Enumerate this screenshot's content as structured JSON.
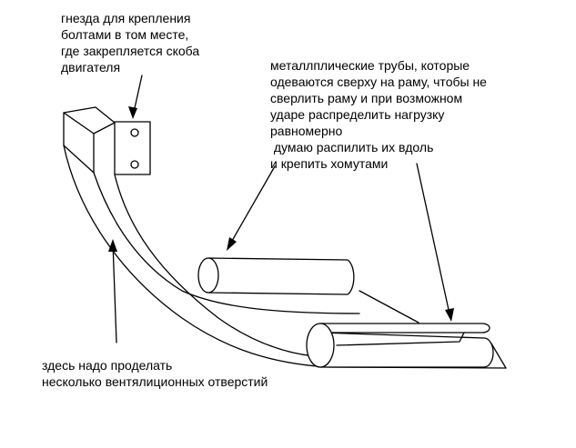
{
  "annotations": {
    "mount_sockets": [
      "гнезда для крепления",
      "болтами в том месте,",
      "где закрепляется скоба",
      "двигателя"
    ],
    "metal_tubes": [
      "металлплические трубы, которые",
      "одеваются сверху на раму, чтобы не",
      "сверлить раму и при возможном",
      "ударе распределить нагрузку",
      "равномерно",
      " думаю распилить их вдоль",
      "и крепить хомутами"
    ],
    "ventilation": [
      "здесь надо проделать",
      "несколько вентялиционных отверстий"
    ]
  },
  "colors": {
    "ink": "#000000",
    "paper": "#ffffff"
  }
}
